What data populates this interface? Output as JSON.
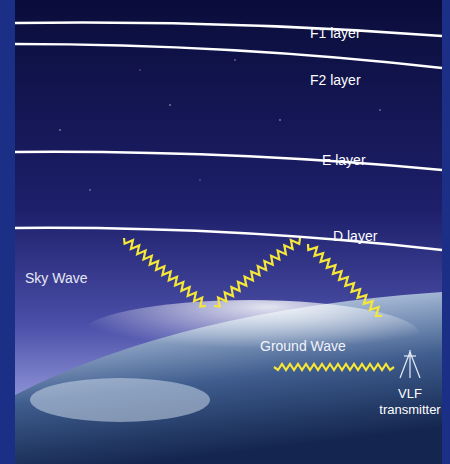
{
  "diagram": {
    "labels": [
      "F1 layer",
      "F2 layer",
      "E layer",
      "D layer",
      "Sky Wave",
      "Ground Wave",
      "VLF transmitter"
    ]
  }
}
